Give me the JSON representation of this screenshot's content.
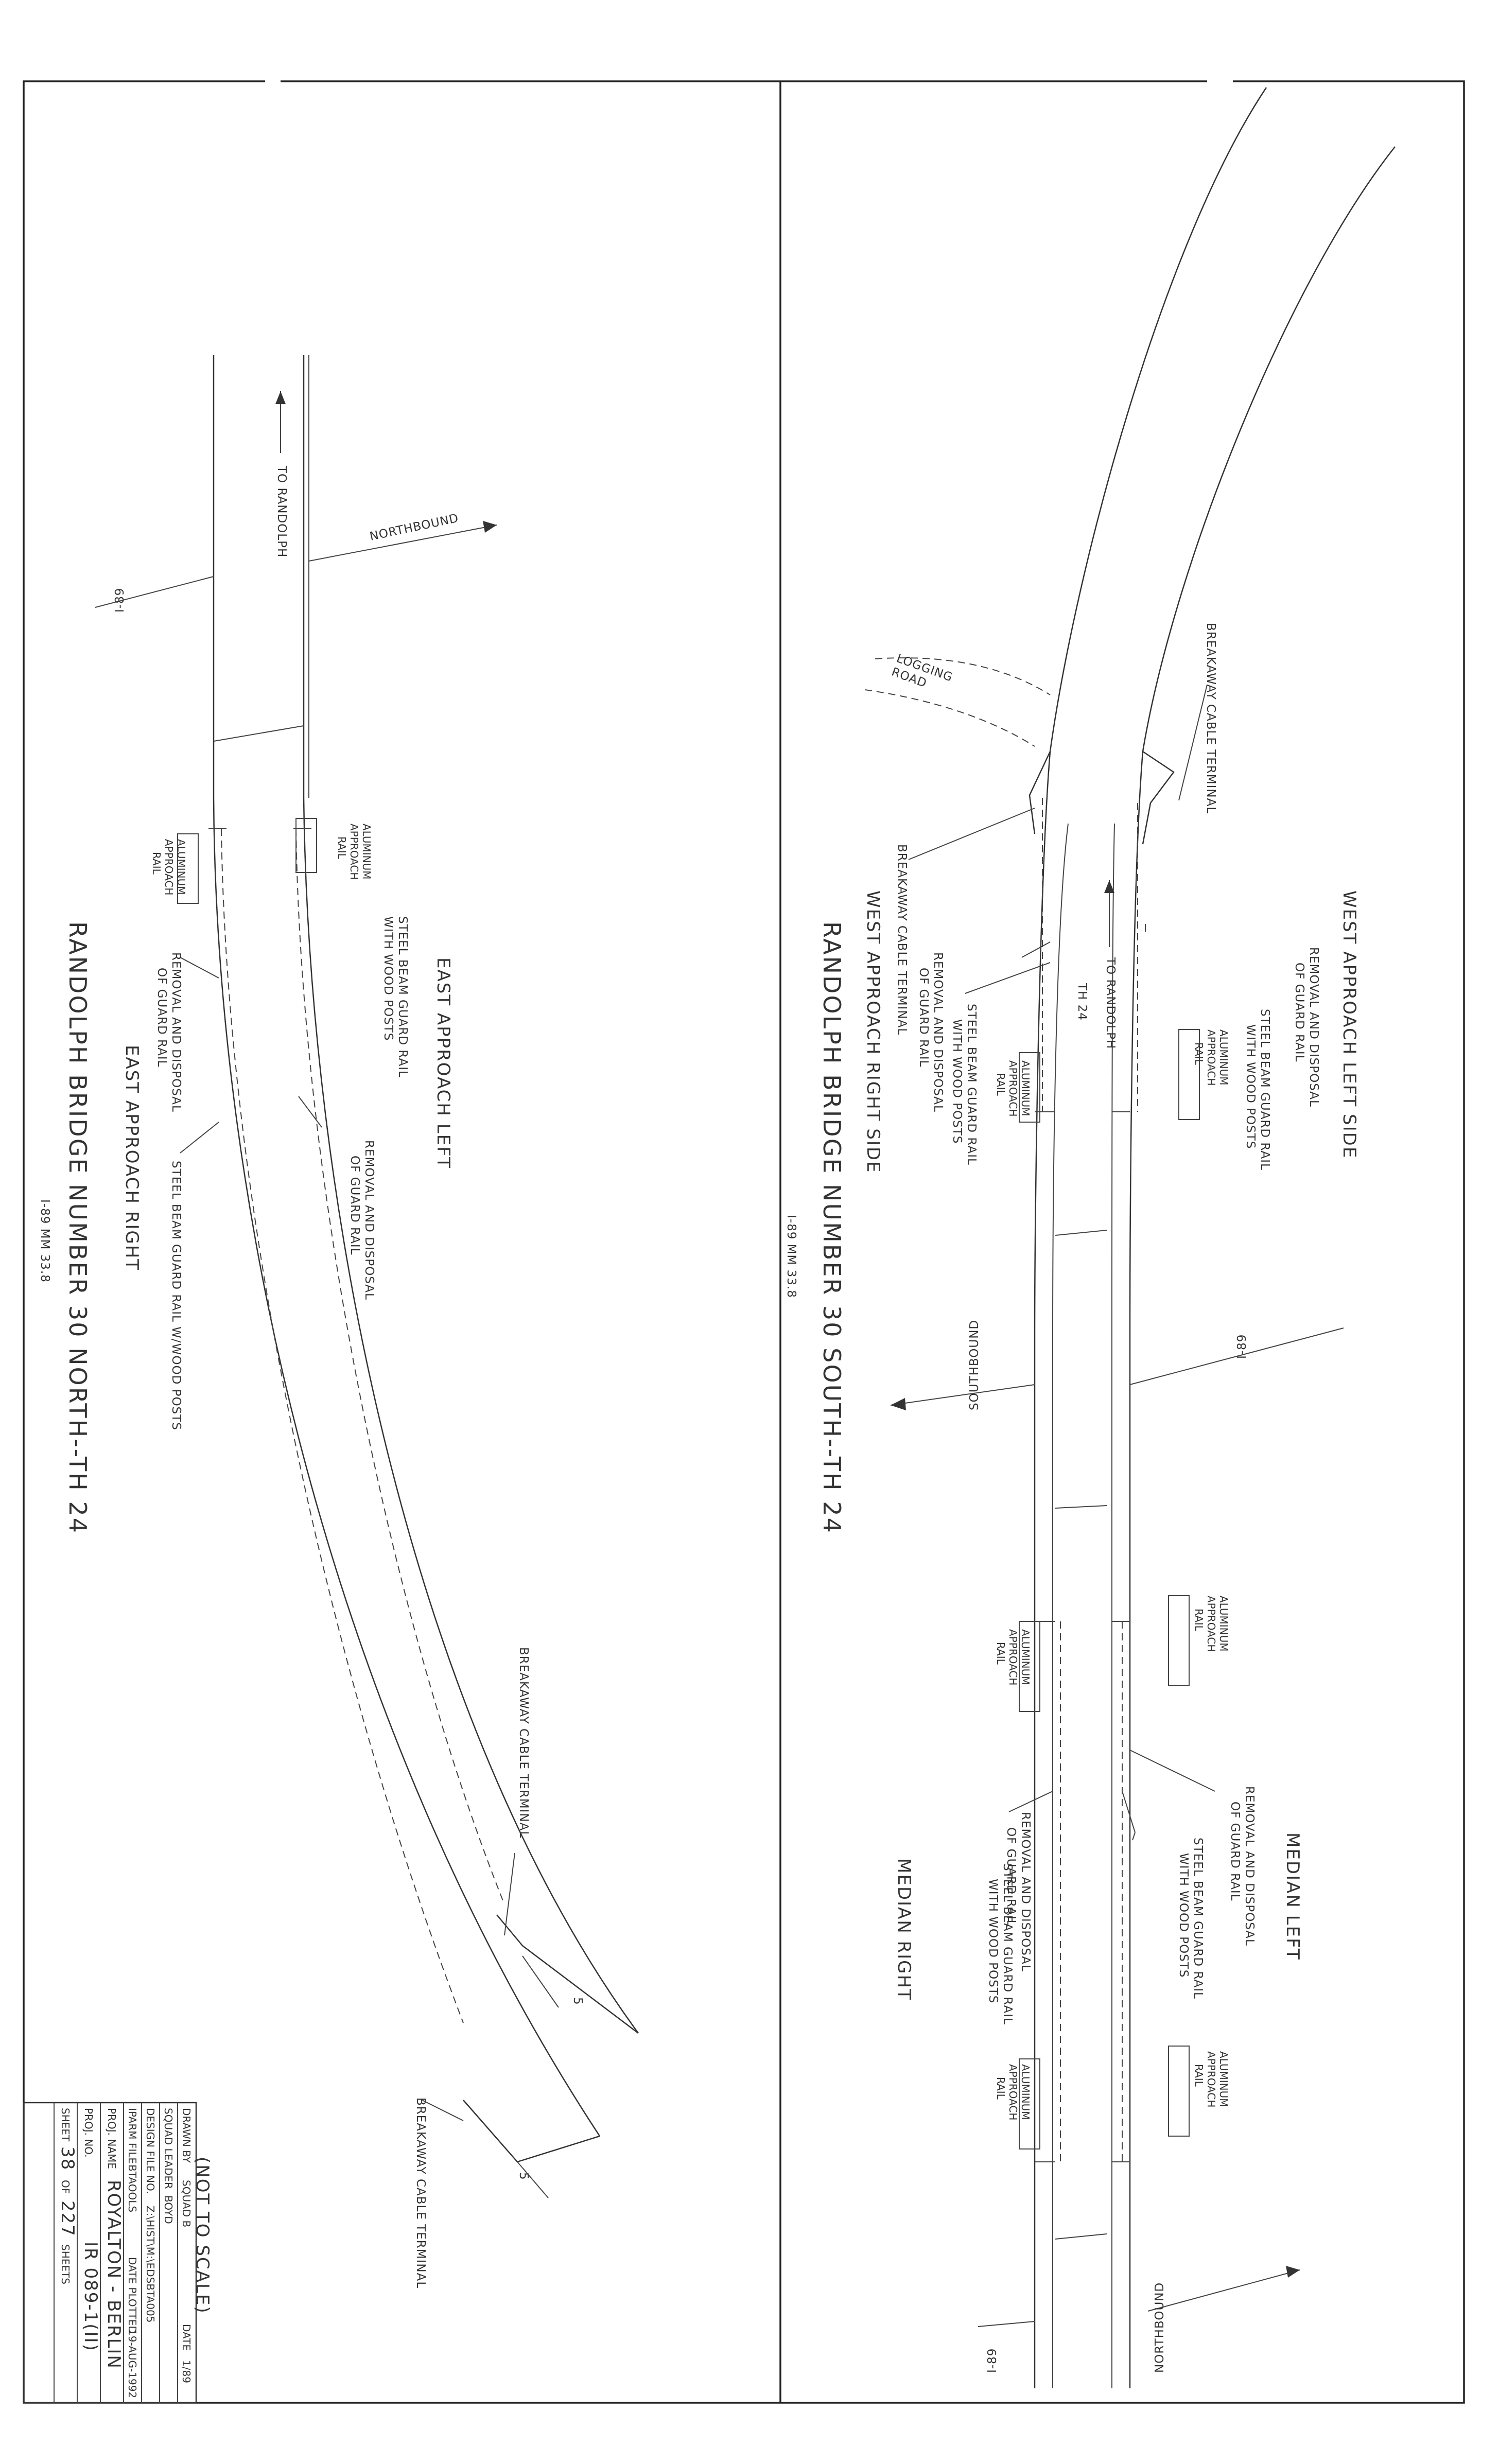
{
  "titles": {
    "south": "RANDOLPH BRIDGE NUMBER 30 SOUTH--TH 24",
    "north": "RANDOLPH BRIDGE NUMBER 30 NORTH--TH 24",
    "south_sub": "I-89 MM 33.8",
    "north_sub": "I-89 MM 33.8"
  },
  "sections": {
    "west_left": "WEST APPROACH LEFT SIDE",
    "west_right": "WEST APPROACH RIGHT SIDE",
    "median_left": "MEDIAN LEFT",
    "median_right": "MEDIAN RIGHT",
    "east_left": "EAST APPROACH LEFT",
    "east_right": "EAST APPROACH RIGHT"
  },
  "labels": {
    "breakaway": "BREAKAWAY CABLE TERMINAL",
    "removal_1": "REMOVAL AND DISPOSAL",
    "removal_2": "OF GUARD RAIL",
    "steel_1": "STEEL BEAM GUARD RAIL",
    "steel_2": "WITH WOOD POSTS",
    "steel_one_line": "STEEL BEAM GUARD RAIL W/WOOD POSTS",
    "alum_1": "ALUMINUM",
    "alum_2": "APPROACH",
    "alum_3": "RAIL",
    "to_randolph": "TO RANDOLPH",
    "th24": "TH 24",
    "logging_1": "LOGGING",
    "logging_2": "ROAD",
    "i89": "I-89",
    "southbound": "SOUTHBOUND",
    "northbound": "NORTHBOUND",
    "five": "5"
  },
  "title_block": {
    "not_to_scale": "(NOT TO SCALE)",
    "drawn_by_label": "DRAWN BY",
    "drawn_by": "SQUAD B",
    "date_label": "DATE",
    "date": "1/89",
    "squad_leader_label": "SQUAD LEADER",
    "squad_leader": "BOYD",
    "design_file_label": "DESIGN FILE NO.",
    "design_file": "Z:\\HIST\\M:\\EDSBTA005",
    "plot_label": "IPARM FILE",
    "plot_file": "BTAOOLS",
    "date_plotted_label": "DATE PLOTTED",
    "date_plotted": "19-AUG-1992",
    "proj_name_label": "PROJ. NAME",
    "proj_name": "ROYALTON - BERLIN",
    "proj_no_label": "PROJ. NO.",
    "proj_no": "IR 089-1(II)",
    "sheet_label": "SHEET",
    "sheet_no": "38",
    "of_label": "OF",
    "total_sheets": "227",
    "sheets_label": "SHEETS"
  }
}
